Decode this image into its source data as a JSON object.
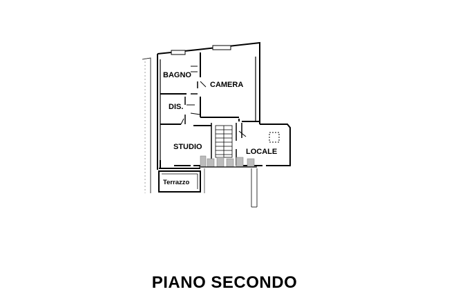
{
  "rooms": {
    "bagno": "BAGNO",
    "camera": "CAMERA",
    "dis": "DIS.",
    "studio": "STUDIO",
    "locale": "LOCALE",
    "terrazzo": "Terrazzo"
  },
  "floor_title": "PIANO SECONDO"
}
